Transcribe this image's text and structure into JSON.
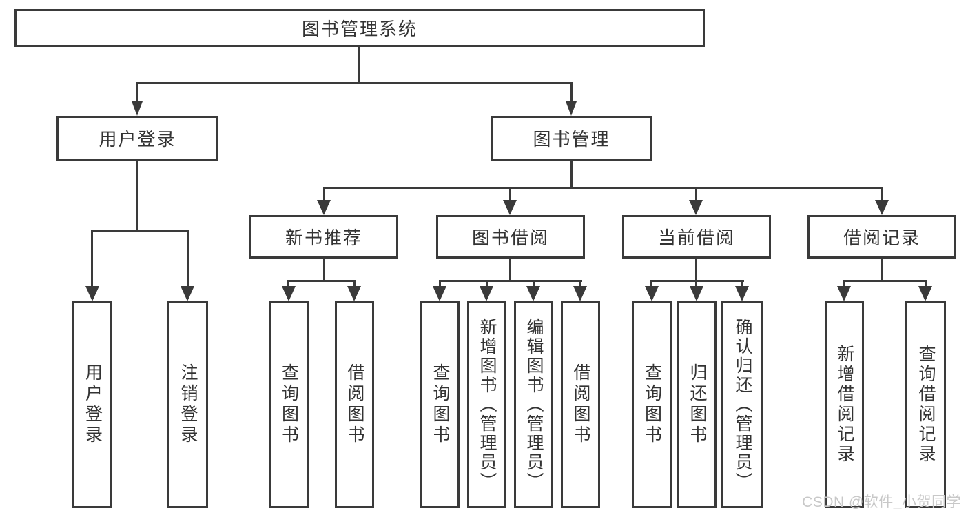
{
  "nodes": {
    "root": "图书管理系统",
    "user_login": "用户登录",
    "book_management": "图书管理",
    "new_book_recommend": "新书推荐",
    "book_borrow": "图书借阅",
    "current_borrow": "当前借阅",
    "borrow_records": "借阅记录",
    "leaf_user_login": "用户登录",
    "leaf_logout": "注销登录",
    "leaf_query_book_1": "查询图书",
    "leaf_borrow_book_1": "借阅图书",
    "leaf_query_book_2": "查询图书",
    "leaf_add_book": "新增图书（管理员）",
    "leaf_edit_book": "编辑图书（管理员）",
    "leaf_borrow_book_2": "借阅图书",
    "leaf_query_book_3": "查询图书",
    "leaf_return_book": "归还图书",
    "leaf_confirm_return": "确认归还（管理员）",
    "leaf_add_borrow_record": "新增借阅记录",
    "leaf_query_borrow_record": "查询借阅记录"
  },
  "watermark": "CSDN @软件_小贺同学",
  "colors": {
    "line": "#3a3a3a",
    "text": "#333333",
    "background": "#ffffff",
    "watermark": "#c8c8c8"
  }
}
